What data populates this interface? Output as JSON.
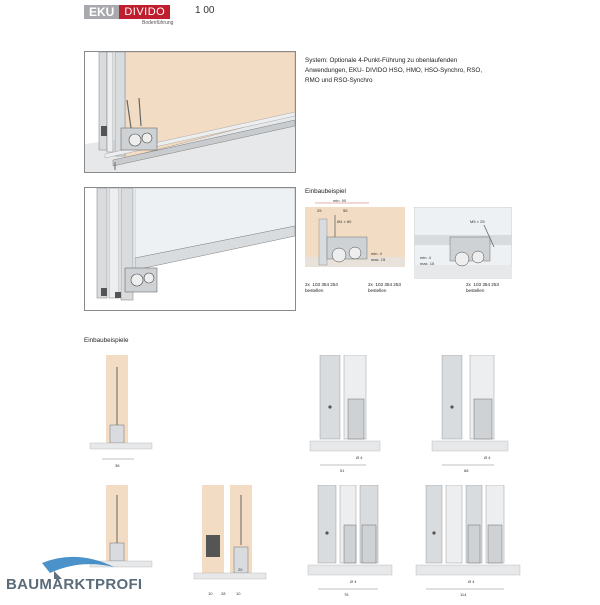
{
  "header": {
    "brand_left": "EKU",
    "brand_right": "DIVIDO",
    "brand_sub": "Bodenführung",
    "page_code": "1 00"
  },
  "system_text": {
    "line1": "System: Optionale 4-Punkt-Führung zu obenlaufenden",
    "line2": "Anwendungen, EKU-        DIVIDO    HSO, HMO, HSO-Synchro, RSO,",
    "line3": "RMO und RSO-Synchro"
  },
  "einbaubeispiel": {
    "heading": "Einbaubeispiel",
    "left_dims": {
      "min": "min. 90",
      "d1": "25",
      "d2": "55",
      "phi": "Ø4 × 60",
      "min_small": "min. 4",
      "max_small": "max. 15"
    },
    "right_dims": {
      "m": "M5 × 25",
      "min_small": "min. 4",
      "max_small": "max. 15"
    },
    "left_labels": {
      "q1": "2x",
      "part1": "103 354 254",
      "q2": "2x",
      "part2": "103 354 253",
      "b1": "bestellen",
      "b2": "bestellen"
    },
    "right_labels": {
      "q": "2x",
      "part": "103 354 253",
      "b": "bestellen"
    }
  },
  "einbaubeispiele": {
    "heading": "Einbaubeispiele",
    "dims": {
      "a_width": "38",
      "b_width": "51",
      "b_phi": "Ø 4",
      "c_width": "68",
      "c_phi": "Ø 4",
      "e_10a": "10",
      "e_28": "28",
      "e_10b": "10",
      "e_20": "20",
      "f_width": "76",
      "f_phi": "Ø 4",
      "g_width": "114",
      "g_phi": "Ø 4"
    }
  },
  "watermark": {
    "text": "BAUMARKTPROFI"
  },
  "colors": {
    "brand_gray": "#a7a9ac",
    "brand_red": "#bf1e2e",
    "wood": "#f3dcc4",
    "aluminium": "#d9dcdf",
    "frame": "#8a8a8a"
  }
}
